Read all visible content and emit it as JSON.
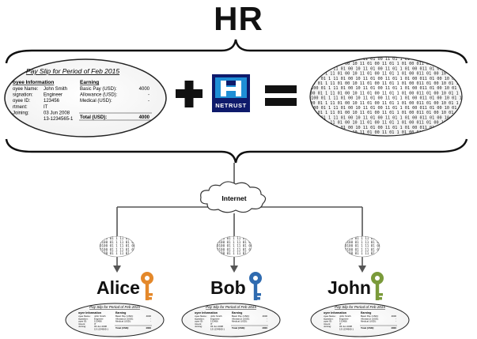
{
  "title": "HR",
  "payslip": {
    "heading": "Pay Slip for Period of Feb 2015",
    "employee_section": "oyee Information",
    "earning_section": "Earning",
    "employee_rows": [
      {
        "label": "oyee Name:",
        "value": "John Smith"
      },
      {
        "label": "signation:",
        "value": "Engineer"
      },
      {
        "label": "oyee ID:",
        "value": "123456"
      },
      {
        "label": "rtment:",
        "value": "IT"
      },
      {
        "label": "Joining:",
        "value": "03 Jun 2008"
      },
      {
        "label": "",
        "value": "13-1234565-1"
      }
    ],
    "earning_rows": [
      {
        "label": "Basic Pay (USD):",
        "value": "4000"
      },
      {
        "label": "Allowance (USD):",
        "value": "-"
      },
      {
        "label": "Medical (USD):",
        "value": "-"
      }
    ],
    "total_label": "Total (USD):",
    "total_value": "4000"
  },
  "operators": {
    "plus": "+",
    "equals": "="
  },
  "logo": {
    "brand": "NETRUST",
    "colors": {
      "dark": "#0e1a6b",
      "light": "#1f8fd6",
      "text": "#16307a"
    }
  },
  "cipher": {
    "line": "0100 01 1 11 01 00 10 11 01 00 11 01 1 01 00 011 01 00 10 01 1 11 00"
  },
  "network": {
    "cloud_label": "Internet"
  },
  "recipients": [
    {
      "name": "Alice",
      "key_color": "#e4882a"
    },
    {
      "name": "Bob",
      "key_color": "#2f6bb0"
    },
    {
      "name": "John",
      "key_color": "#7a9a3a"
    }
  ],
  "colors": {
    "line": "#555555",
    "text": "#111111"
  }
}
